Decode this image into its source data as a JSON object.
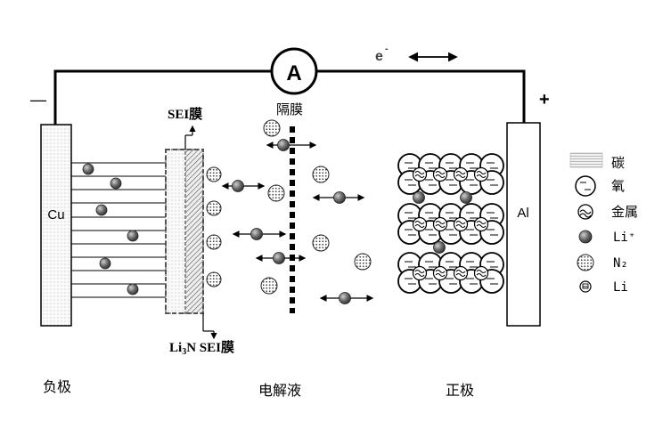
{
  "circuit": {
    "ammeter_label": "A",
    "electron_label": "e",
    "electron_superscript": "-",
    "negative_sign": "—",
    "positive_sign": "+"
  },
  "electrodes": {
    "anode_label": "Cu",
    "cathode_label": "Al"
  },
  "labels": {
    "sei_top": "SEI膜",
    "sei_bottom_prefix": "Li",
    "sei_bottom_sub": "3",
    "sei_bottom_suffix": "N SEI膜",
    "separator": "隔膜"
  },
  "legend": [
    {
      "key": "carbon",
      "label": "碳"
    },
    {
      "key": "oxygen",
      "label": "氧"
    },
    {
      "key": "metal",
      "label": "金属"
    },
    {
      "key": "li_ion",
      "label": "Li⁺"
    },
    {
      "key": "n2",
      "label": "N₂"
    },
    {
      "key": "li",
      "label": "Li"
    }
  ],
  "regions": {
    "negative_electrode": "负极",
    "electrolyte": "电解液",
    "positive_electrode": "正极"
  },
  "colors": {
    "line": "#000000",
    "ion_fill": "#666666",
    "electrode_fill": "#f6f6f6"
  }
}
